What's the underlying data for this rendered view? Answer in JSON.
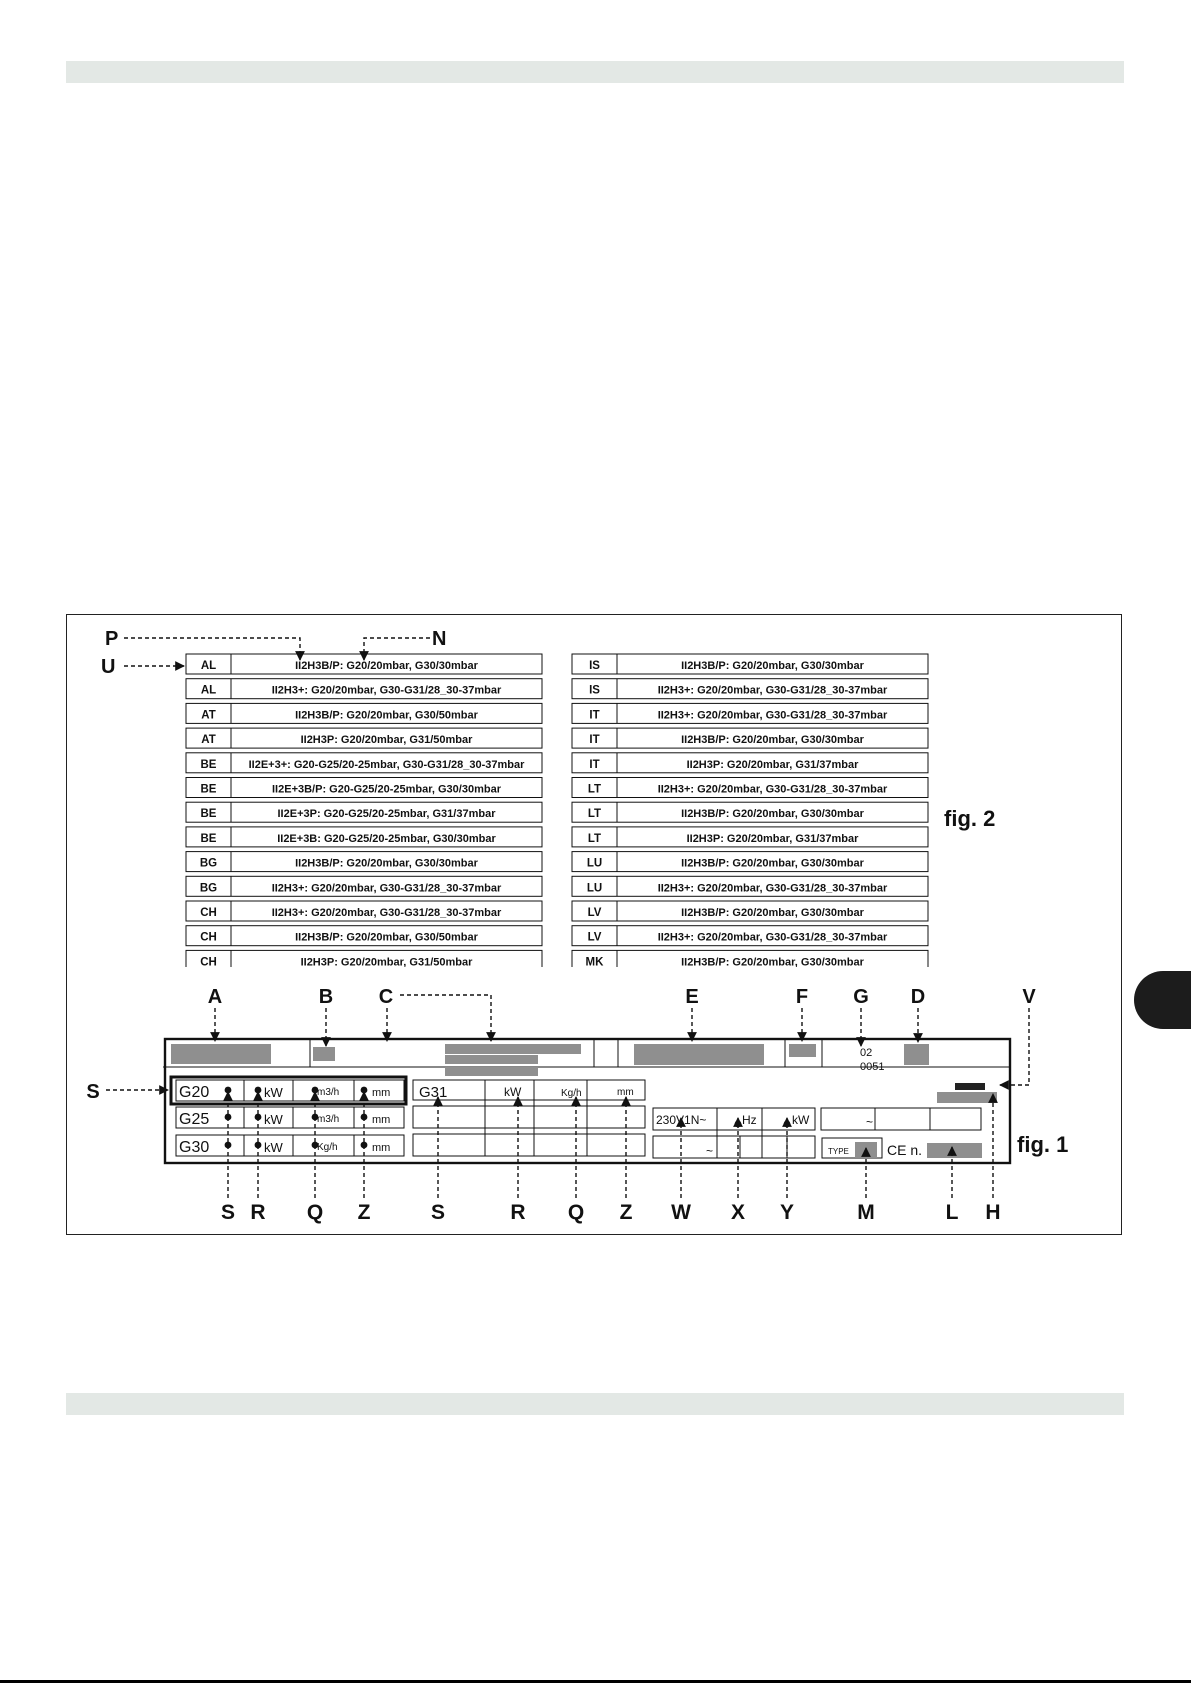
{
  "fig2": {
    "caption": "fig. 2",
    "callouts": [
      "P",
      "N",
      "U"
    ],
    "rows_left": [
      [
        "AL",
        "II2H3B/P: G20/20mbar, G30/30mbar"
      ],
      [
        "AL",
        "II2H3+: G20/20mbar, G30-G31/28_30-37mbar"
      ],
      [
        "AT",
        "II2H3B/P: G20/20mbar, G30/50mbar"
      ],
      [
        "AT",
        "II2H3P:  G20/20mbar, G31/50mbar"
      ],
      [
        "BE",
        "II2E+3+: G20-G25/20-25mbar, G30-G31/28_30-37mbar"
      ],
      [
        "BE",
        "II2E+3B/P:  G20-G25/20-25mbar, G30/30mbar"
      ],
      [
        "BE",
        "II2E+3P: G20-G25/20-25mbar, G31/37mbar"
      ],
      [
        "BE",
        "II2E+3B: G20-G25/20-25mbar, G30/30mbar"
      ],
      [
        "BG",
        "II2H3B/P: G20/20mbar, G30/30mbar"
      ],
      [
        "BG",
        "II2H3+: G20/20mbar, G30-G31/28_30-37mbar"
      ],
      [
        "CH",
        "II2H3+: G20/20mbar, G30-G31/28_30-37mbar"
      ],
      [
        "CH",
        "II2H3B/P: G20/20mbar, G30/50mbar"
      ],
      [
        "CH",
        "II2H3P: G20/20mbar, G31/50mbar"
      ]
    ],
    "rows_right": [
      [
        "IS",
        "II2H3B/P: G20/20mbar, G30/30mbar"
      ],
      [
        "IS",
        "II2H3+: G20/20mbar, G30-G31/28_30-37mbar"
      ],
      [
        "IT",
        "II2H3+: G20/20mbar, G30-G31/28_30-37mbar"
      ],
      [
        "IT",
        "II2H3B/P: G20/20mbar, G30/30mbar"
      ],
      [
        "IT",
        "II2H3P: G20/20mbar, G31/37mbar"
      ],
      [
        "LT",
        "II2H3+: G20/20mbar, G30-G31/28_30-37mbar"
      ],
      [
        "LT",
        "II2H3B/P: G20/20mbar, G30/30mbar"
      ],
      [
        "LT",
        "II2H3P: G20/20mbar, G31/37mbar"
      ],
      [
        "LU",
        "II2H3B/P: G20/20mbar, G30/30mbar"
      ],
      [
        "LU",
        "II2H3+: G20/20mbar, G30-G31/28_30-37mbar"
      ],
      [
        "LV",
        "II2H3B/P: G20/20mbar, G30/30mbar"
      ],
      [
        "LV",
        "II2H3+: G20/20mbar, G30-G31/28_30-37mbar"
      ],
      [
        "MK",
        "II2H3B/P: G20/20mbar, G30/30mbar"
      ]
    ]
  },
  "fig1": {
    "caption": "fig. 1",
    "top_letters": [
      "A",
      "B",
      "C",
      "E",
      "F",
      "G",
      "D",
      "V"
    ],
    "bottom_letters": [
      "S",
      "R",
      "Q",
      "Z",
      "S",
      "R",
      "Q",
      "Z",
      "W",
      "X",
      "Y",
      "M",
      "L",
      "H"
    ],
    "left_letter": "S",
    "serial_line1": "02",
    "serial_line2": "0051",
    "gas_rows": [
      [
        "G20",
        "kW",
        "m3/h",
        "mm"
      ],
      [
        "G25",
        "kW",
        "m3/h",
        "mm"
      ],
      [
        "G30",
        "kW",
        "Kg/h",
        "mm"
      ]
    ],
    "g31_row": [
      "G31",
      "kW",
      "Kg/h",
      "mm"
    ],
    "electric": {
      "voltage": "230V1N~",
      "hz": "Hz",
      "kw": "kW",
      "tilde1": "~",
      "tilde2": "~"
    },
    "type_label": "TYPE",
    "ce_label": "CE n."
  },
  "colors": {
    "band": "#e3e8e5",
    "fill_grey": "#8f8f8f",
    "ink": "#111111"
  }
}
